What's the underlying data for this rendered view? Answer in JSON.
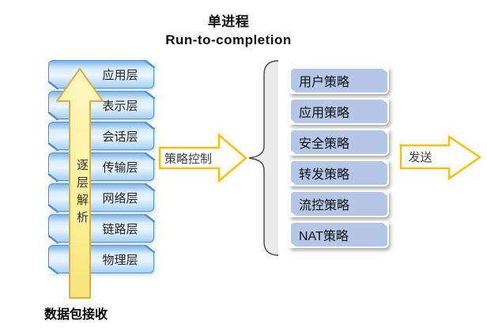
{
  "title": {
    "line1": "单进程",
    "line2": "Run-to-completion"
  },
  "osi_stack": {
    "items": [
      "应用层",
      "表示层",
      "会话层",
      "传输层",
      "网络层",
      "链路层",
      "物理层"
    ]
  },
  "parse_arrow": {
    "label": "逐层解析",
    "direction": "up"
  },
  "receive_label": "数据包接收",
  "policy_arrow": {
    "label": "策略控制",
    "direction": "right"
  },
  "send_arrow": {
    "label": "发送",
    "direction": "right"
  },
  "policy_stack": {
    "items": [
      "用户策略",
      "应用策略",
      "安全策略",
      "转发策略",
      "流控策略",
      "NAT策略"
    ]
  },
  "colors": {
    "background": "#ffffff",
    "title_text": "#111111",
    "osi_box_border": "#4e94da",
    "osi_box_fill_top": "#7fb3e8",
    "osi_box_fill_light": "#eaf5fe",
    "osi_box_fill_bottom": "#a6cff3",
    "policy_box_fill": "#b4c7e7",
    "policy_box_border": "#ffffff",
    "up_arrow_fill_top": "#fcf7c0",
    "up_arrow_fill_bottom": "#f8e478",
    "up_arrow_stroke": "#dfae3f",
    "block_arrow_stroke": "#ffc000",
    "block_arrow_fill": "#ffffff",
    "brace_fill": "#ebebeb",
    "brace_stroke": "#454545",
    "label_text": "#222222"
  }
}
